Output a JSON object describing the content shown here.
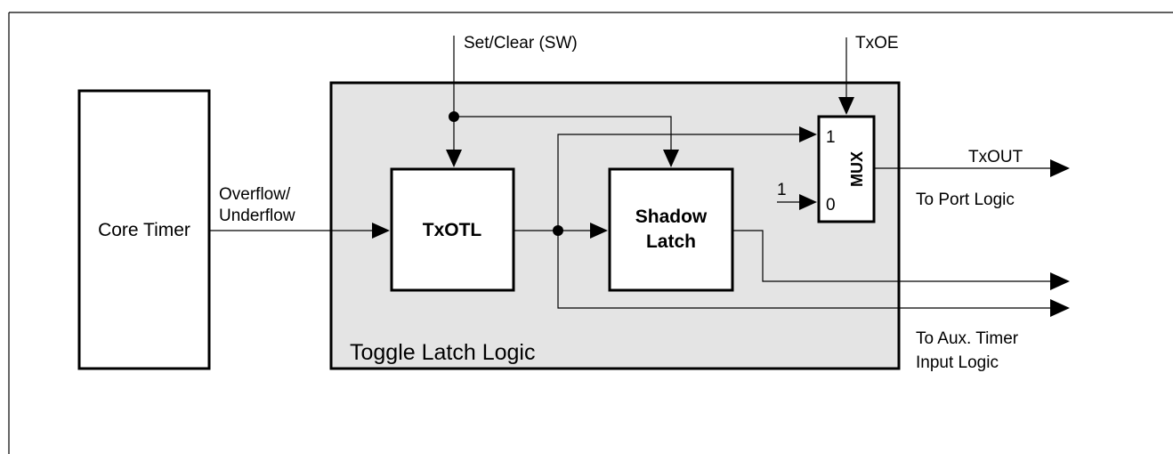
{
  "diagram": {
    "blocks": {
      "core_timer": "Core Timer",
      "txotl": "TxOTL",
      "shadow_line1": "Shadow",
      "shadow_line2": "Latch",
      "mux": "MUX",
      "group": "Toggle Latch Logic"
    },
    "signals": {
      "set_clear": "Set/Clear (SW)",
      "txoe": "TxOE",
      "overflow": "Overflow/",
      "underflow": "Underflow",
      "mux_in1": "1",
      "mux_in0": "0",
      "const_one": "1",
      "txout": "TxOUT",
      "to_port": "To Port Logic",
      "to_aux_line1": "To Aux. Timer",
      "to_aux_line2": "Input Logic"
    },
    "colors": {
      "group_fill": "#e4e4e4",
      "ink": "#000000",
      "background": "#ffffff"
    }
  }
}
